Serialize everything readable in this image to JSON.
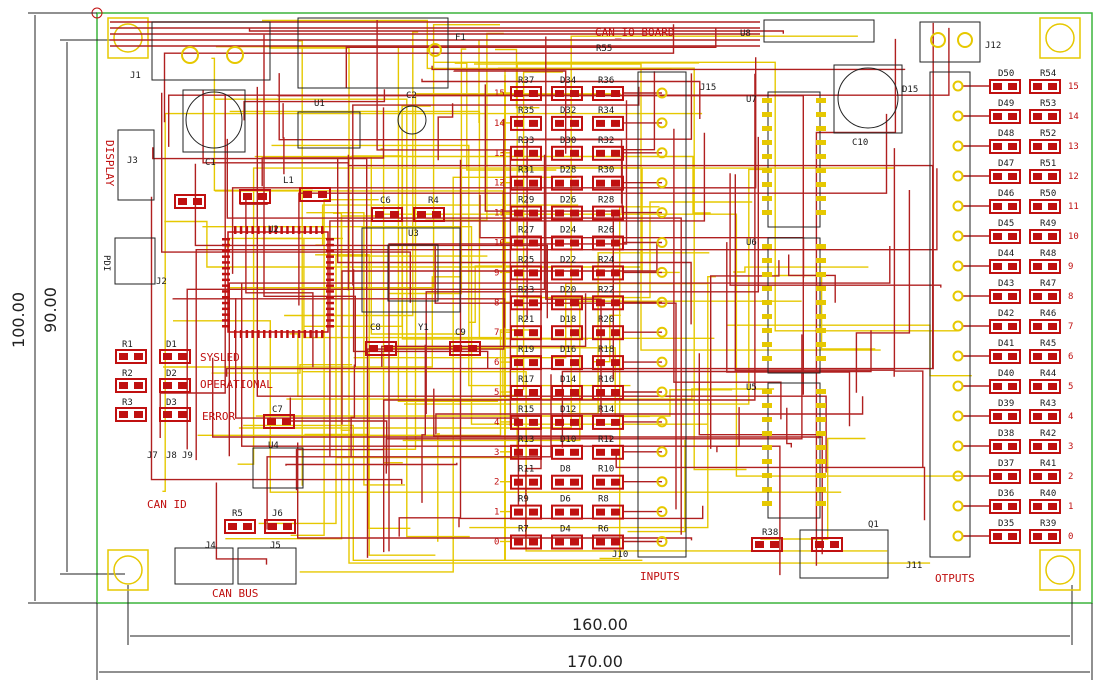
{
  "board": {
    "title": "CAN_IO BOARD",
    "section_inputs": "INPUTS",
    "section_outputs": "OTPUTS",
    "can_bus_label": "CAN BUS",
    "can_id_label": "CAN ID",
    "display_label": "DISPLAY",
    "pdi_label": "PDI",
    "led_sysled": "SYSLED",
    "led_operational": "OPERATIONAL",
    "led_error": "ERROR"
  },
  "dimensions": {
    "outer_width": "170.00",
    "inner_width": "160.00",
    "outer_height": "100.00",
    "inner_height": "90.00"
  },
  "components": {
    "top": [
      "J1",
      "F1",
      "U1",
      "C2",
      "C1",
      "J3",
      "L1",
      "U2",
      "U3",
      "C6",
      "R4",
      "R55",
      "U8",
      "J12",
      "D15",
      "C10",
      "U7",
      "U6",
      "U5",
      "Y1",
      "C8",
      "C9",
      "C7",
      "U4",
      "J7",
      "J8",
      "J9",
      "R5",
      "J6",
      "J4",
      "J5",
      "J2",
      "J10",
      "J11",
      "J15",
      "R38",
      "Q1"
    ],
    "status_leds": [
      [
        "R1",
        "D1"
      ],
      [
        "R2",
        "D2"
      ],
      [
        "R3",
        "D3"
      ]
    ],
    "input_rows": [
      [
        "R37",
        "D34",
        "R36",
        "15"
      ],
      [
        "R35",
        "D32",
        "R34",
        "14"
      ],
      [
        "R33",
        "D30",
        "R32",
        "13"
      ],
      [
        "R31",
        "D28",
        "R30",
        "12"
      ],
      [
        "R29",
        "D26",
        "R28",
        "11"
      ],
      [
        "R27",
        "D24",
        "R26",
        "10"
      ],
      [
        "R25",
        "D22",
        "R24",
        "9"
      ],
      [
        "R23",
        "D20",
        "R22",
        "8"
      ],
      [
        "R21",
        "D18",
        "R20",
        "7"
      ],
      [
        "R19",
        "D16",
        "R18",
        "6"
      ],
      [
        "R17",
        "D14",
        "R16",
        "5"
      ],
      [
        "R15",
        "D12",
        "R14",
        "4"
      ],
      [
        "R13",
        "D10",
        "R12",
        "3"
      ],
      [
        "R11",
        "D8",
        "R10",
        "2"
      ],
      [
        "R9",
        "D6",
        "R8",
        "1"
      ],
      [
        "R7",
        "D4",
        "R6",
        "0"
      ]
    ],
    "output_rows": [
      [
        "D50",
        "R54",
        "15"
      ],
      [
        "D49",
        "R53",
        "14"
      ],
      [
        "D48",
        "R52",
        "13"
      ],
      [
        "D47",
        "R51",
        "12"
      ],
      [
        "D46",
        "R50",
        "11"
      ],
      [
        "D45",
        "R49",
        "10"
      ],
      [
        "D44",
        "R48",
        "9"
      ],
      [
        "D43",
        "R47",
        "8"
      ],
      [
        "D42",
        "R46",
        "7"
      ],
      [
        "D41",
        "R45",
        "6"
      ],
      [
        "D40",
        "R44",
        "5"
      ],
      [
        "D39",
        "R43",
        "4"
      ],
      [
        "D38",
        "R42",
        "3"
      ],
      [
        "D37",
        "R41",
        "2"
      ],
      [
        "D36",
        "R40",
        "1"
      ],
      [
        "D35",
        "R39",
        "0"
      ]
    ]
  },
  "colors": {
    "board_outline": "#3cb43c",
    "copper": "#c01010",
    "traces_top": "#b02020",
    "traces_bottom": "#e6c800",
    "dimension_lines": "#222222"
  }
}
